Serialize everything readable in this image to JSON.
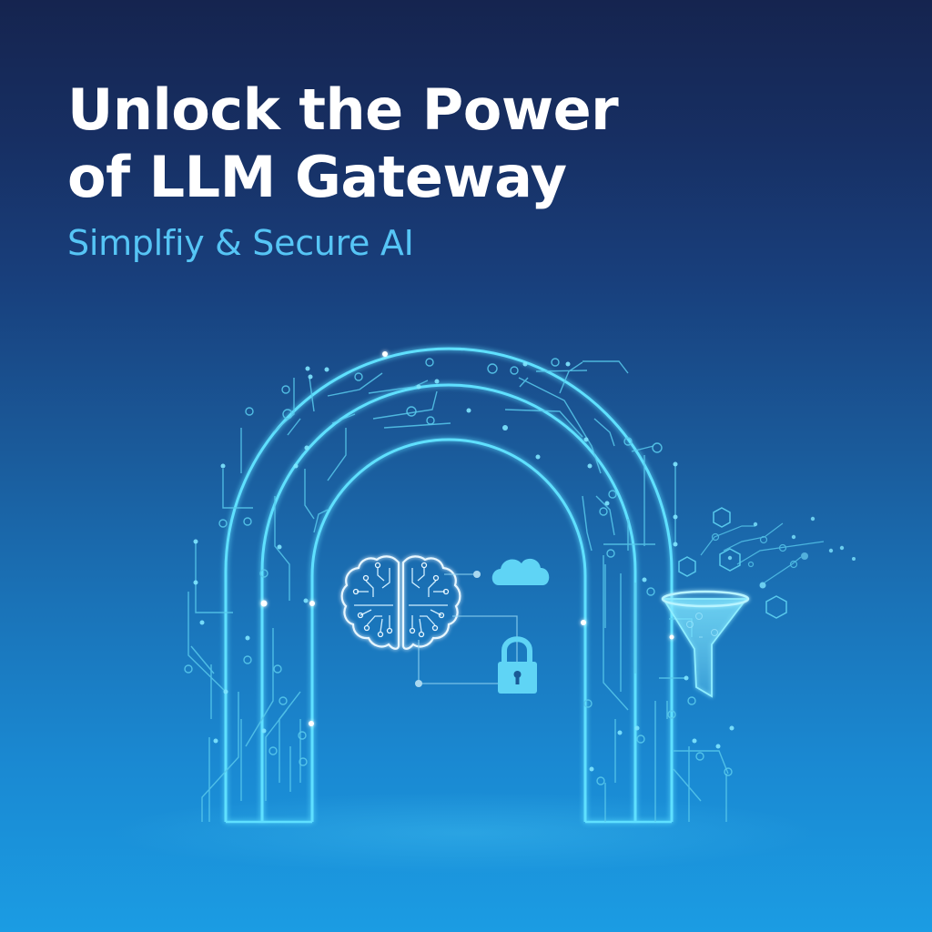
{
  "hero": {
    "title_line_1": "Unlock the Power",
    "title_line_2": "of LLM Gateway",
    "subtitle": "Simplfiy & Secure AI"
  },
  "illustration": {
    "elements": [
      {
        "name": "gateway-arch",
        "icon": "arch-icon"
      },
      {
        "name": "circuit-traces",
        "icon": "circuit-icon"
      },
      {
        "name": "brain",
        "icon": "brain-icon"
      },
      {
        "name": "cloud",
        "icon": "cloud-icon"
      },
      {
        "name": "padlock",
        "icon": "lock-icon"
      },
      {
        "name": "funnel",
        "icon": "funnel-icon"
      },
      {
        "name": "hexagons",
        "icon": "hexagon-icon"
      }
    ]
  },
  "colors": {
    "background_top": "#15244f",
    "background_mid": "#1a5a9a",
    "background_bottom": "#1b9ce3",
    "title": "#ffffff",
    "subtitle": "#56c5f5",
    "arch_glow": "#5fe0ff",
    "icon_fill": "#5fd4f5"
  }
}
